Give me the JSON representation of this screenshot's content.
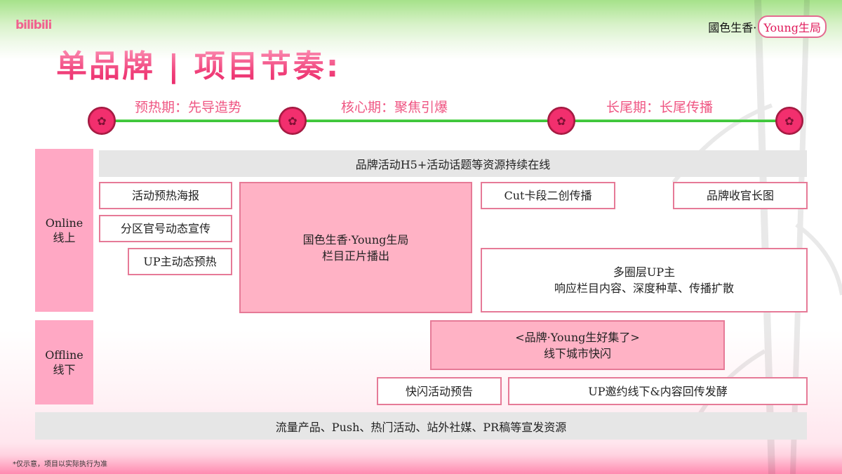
{
  "header": {
    "logo": "bilibili",
    "brand_prefix": "國色生香·",
    "brand_pill": "Young生局",
    "title": "单品牌 | 项目节奏:"
  },
  "timeline": {
    "phases": [
      {
        "label": "预热期：先导造势"
      },
      {
        "label": "核心期：聚焦引爆"
      },
      {
        "label": "长尾期：长尾传播"
      }
    ],
    "node_icon": "plum-blossom-icon"
  },
  "rows": {
    "online_label_en": "Online",
    "online_label_zh": "线上",
    "offline_label_en": "Offline",
    "offline_label_zh": "线下"
  },
  "online": {
    "top_bar": "品牌活动H5+活动话题等资源持续在线",
    "warmup_items": [
      "活动预热海报",
      "分区官号动态宣传",
      "UP主动态预热"
    ],
    "core_line1": "国色生香·Young生局",
    "core_line2": "栏目正片播出",
    "cut": "Cut卡段二创传播",
    "long_image": "品牌收官长图",
    "multi_up_line1": "多圈层UP主",
    "multi_up_line2": "响应栏目内容、深度种草、传播扩散"
  },
  "offline": {
    "event_line1": "<品牌·Young生好集了>",
    "event_line2": "线下城市快闪",
    "preview": "快闪活动预告",
    "up_invite": "UP邀约线下&内容回传发酵"
  },
  "bottom_bar": "流量产品、Push、热门活动、站外社媒、PR稿等宣发资源",
  "footnote": "*仅示意，项目以实际执行为准",
  "colors": {
    "accent_pink": "#f0407a",
    "row_label_bg": "#ffa8c4",
    "filled_box_bg": "#ffb2c5",
    "box_border": "#e67a97",
    "timeline_green": "#3ec63a",
    "grey_bar": "#e6e6e6"
  }
}
